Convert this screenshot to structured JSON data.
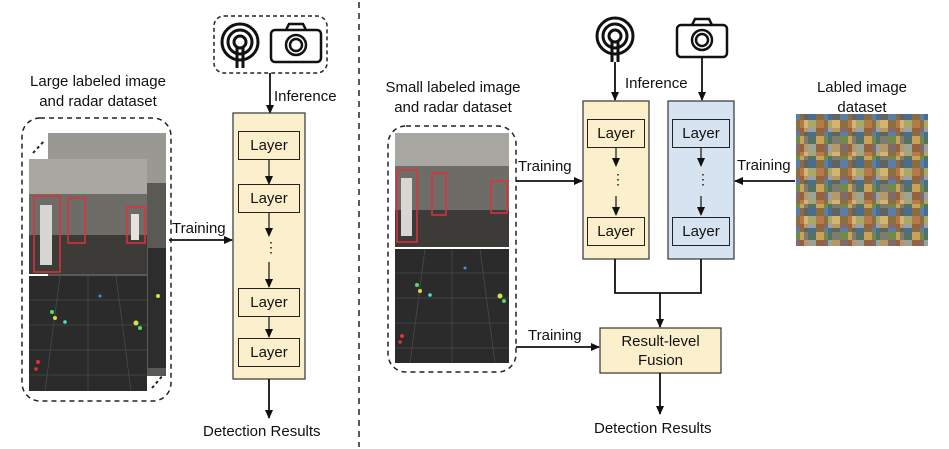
{
  "left": {
    "dataset_label_line1": "Large labeled image",
    "dataset_label_line2": "and radar dataset",
    "inference_label": "Inference",
    "training_label": "Training",
    "layers": [
      "Layer",
      "Layer",
      "Layer",
      "Layer"
    ],
    "ellipsis": "⋮",
    "output_label": "Detection Results"
  },
  "right": {
    "dataset_label_line1": "Small labeled image",
    "dataset_label_line2": "and radar dataset",
    "inference_label": "Inference",
    "training_top_label": "Training",
    "training_bottom_label": "Training",
    "training_right_label": "Training",
    "image_dataset_line1": "Labled image",
    "image_dataset_line2": "dataset",
    "column_a_layers": [
      "Layer",
      "Layer"
    ],
    "column_b_layers": [
      "Layer",
      "Layer"
    ],
    "ellipsis": "⋮",
    "fusion_line1": "Result-level",
    "fusion_line2": "Fusion",
    "output_label": "Detection Results"
  },
  "colors": {
    "yellow_panel": "#fbf0cb",
    "blue_panel": "#d6e3f0",
    "fusion_box": "#fbf0cb",
    "radar_bg": "#2b2b2b",
    "bbox": "#e0303a"
  },
  "icons": [
    "radar-icon",
    "camera-icon",
    "arrow-icon"
  ]
}
